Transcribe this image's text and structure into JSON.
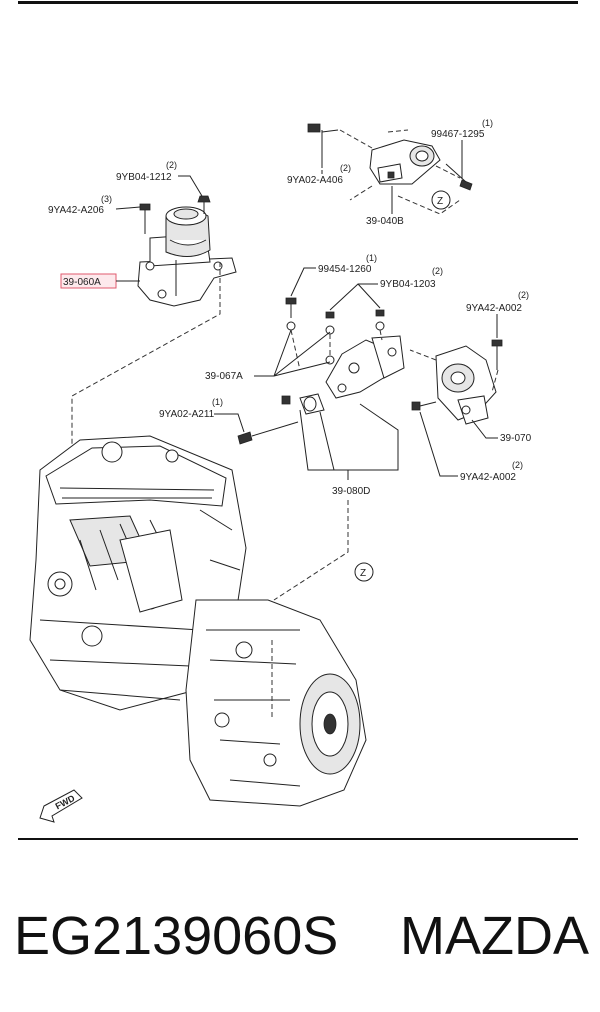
{
  "diagram": {
    "labels": {
      "engine_mount": "39-060A",
      "bolt_1212": "9YB04-1212",
      "bolt_1212_qty": "(2)",
      "bolt_a206": "9YA42-A206",
      "bolt_a206_qty": "(3)",
      "bolt_1295": "99467-1295",
      "bolt_1295_qty": "(1)",
      "bolt_a406": "9YA02-A406",
      "bolt_a406_qty": "(2)",
      "mount_040b": "39-040B",
      "bolt_1260": "99454-1260",
      "bolt_1260_qty": "(1)",
      "bolt_1203": "9YB04-1203",
      "bolt_1203_qty": "(2)",
      "bolt_a002_top": "9YA42-A002",
      "bolt_a002_top_qty": "(2)",
      "bracket_067a": "39-067A",
      "bolt_a211": "9YA02-A211",
      "bolt_a211_qty": "(1)",
      "mount_070": "39-070",
      "bolt_a002_bottom": "9YA42-A002",
      "bolt_a002_bottom_qty": "(2)",
      "bracket_080d": "39-080D",
      "zone_marker": "Z",
      "fwd": "FWD"
    }
  },
  "caption": {
    "part_number": "EG2139060S",
    "brand": "MAZDA"
  },
  "colors": {
    "highlight_fill": "#fde9ec",
    "highlight_border": "#e05a6e",
    "line": "#222222"
  }
}
